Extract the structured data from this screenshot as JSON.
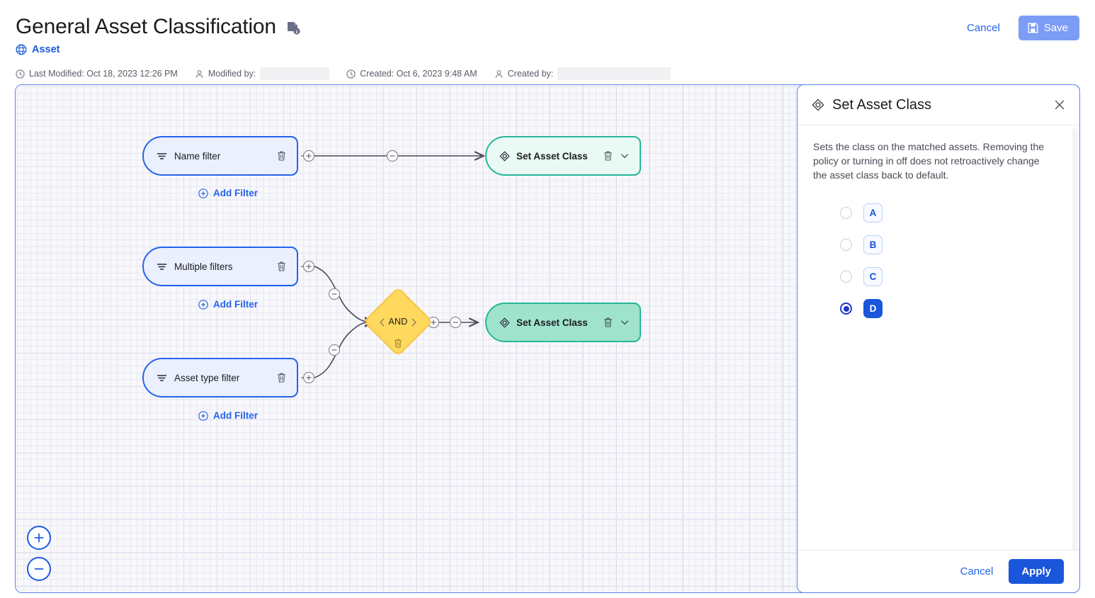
{
  "header": {
    "title": "General Asset Classification",
    "doc_icon": "document-info-icon",
    "breadcrumb_icon": "globe-icon",
    "breadcrumb_label": "Asset",
    "meta": [
      {
        "icon": "clock-icon",
        "label": "Last Modified: Oct 18, 2023 12:26 PM",
        "redacted": false
      },
      {
        "icon": "user-icon",
        "label": "Modified by:",
        "redacted": true
      },
      {
        "icon": "clock-icon",
        "label": "Created: Oct 6, 2023 9:48 AM",
        "redacted": false
      },
      {
        "icon": "user-icon",
        "label": "Created by:",
        "redacted": true
      }
    ],
    "cancel_label": "Cancel",
    "save_label": "Save",
    "save_icon": "save-disk-icon"
  },
  "canvas": {
    "add_filter_label": "Add Filter",
    "filter_nodes": [
      {
        "label": "Name filter",
        "icon": "filter-icon",
        "delete_icon": "trash-icon"
      },
      {
        "label": "Multiple filters",
        "icon": "filter-icon",
        "delete_icon": "trash-icon"
      },
      {
        "label": "Asset type filter",
        "icon": "filter-icon",
        "delete_icon": "trash-icon"
      }
    ],
    "action_nodes": [
      {
        "label": "Set Asset Class",
        "icon": "asset-class-icon",
        "state": "light"
      },
      {
        "label": "Set Asset Class",
        "icon": "asset-class-icon",
        "state": "selected"
      }
    ],
    "logic_node": {
      "label": "AND",
      "delete_icon": "trash-icon"
    },
    "zoom_in_label": "+",
    "zoom_out_label": "−"
  },
  "panel": {
    "icon": "asset-class-icon",
    "title": "Set Asset Class",
    "close_icon": "close-icon",
    "description": "Sets the class on the matched assets. Removing the policy or turning in off does not retroactively change the asset class back to default.",
    "options": [
      {
        "value": "A",
        "selected": false
      },
      {
        "value": "B",
        "selected": false
      },
      {
        "value": "C",
        "selected": false
      },
      {
        "value": "D",
        "selected": true
      }
    ],
    "cancel_label": "Cancel",
    "apply_label": "Apply"
  },
  "colors": {
    "accent_blue": "#1a56db",
    "link_blue": "#2563eb",
    "node_blue_border": "#2563eb",
    "node_blue_fill": "#eaf0fe",
    "action_green_border": "#28b695",
    "action_green_light": "#e9faf4",
    "action_green_selected": "#9fe3cd",
    "logic_yellow": "#ffd95e",
    "canvas_bg": "#f8f8fb",
    "grid_line": "#e7e7f4"
  }
}
